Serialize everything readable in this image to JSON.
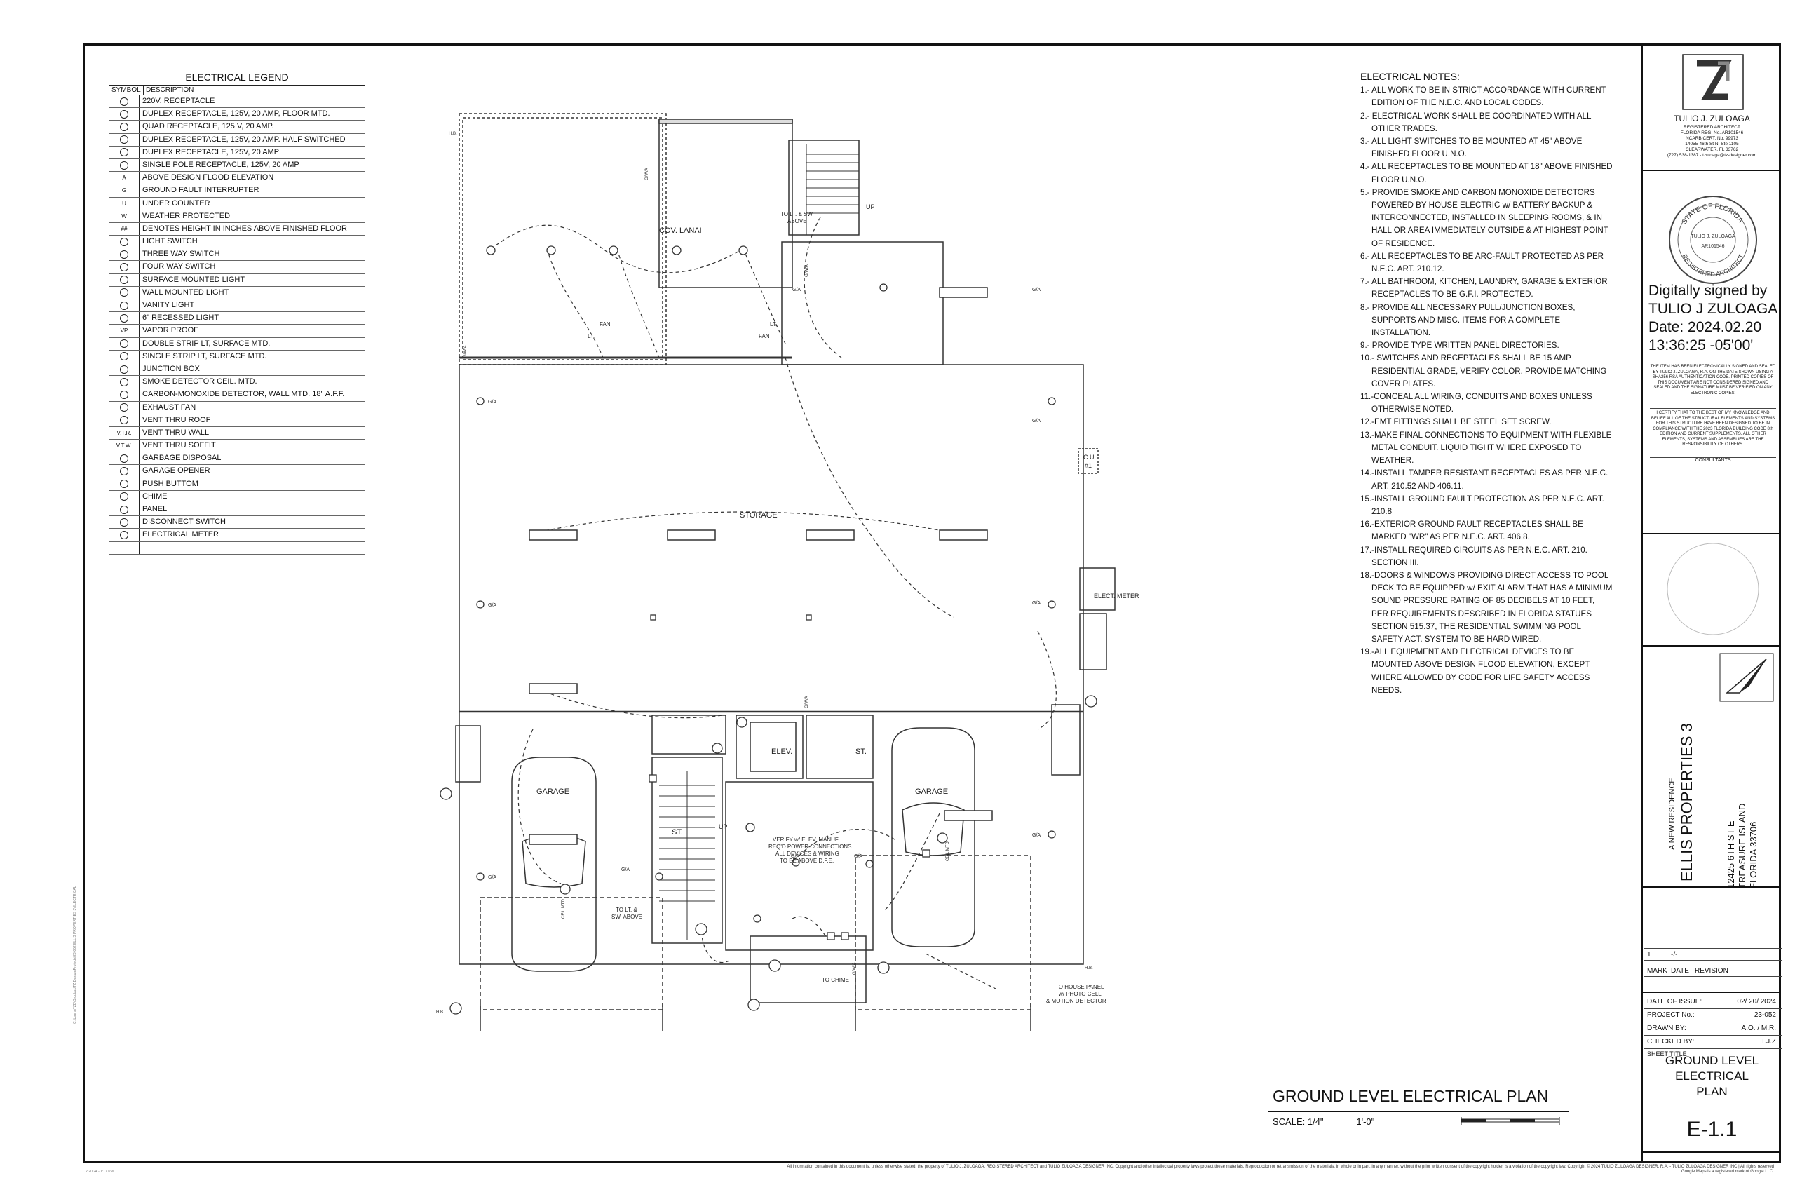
{
  "legend": {
    "title": "ELECTRICAL LEGEND",
    "col_symbol": "SYMBOL",
    "col_description": "DESCRIPTION",
    "rows": [
      {
        "sym": "",
        "desc": "220V. RECEPTACLE"
      },
      {
        "sym": "",
        "desc": "DUPLEX RECEPTACLE, 125V, 20 AMP, FLOOR MTD."
      },
      {
        "sym": "",
        "desc": "QUAD RECEPTACLE, 125 V, 20 AMP."
      },
      {
        "sym": "",
        "desc": "DUPLEX RECEPTACLE, 125V, 20 AMP. HALF SWITCHED"
      },
      {
        "sym": "",
        "desc": "DUPLEX RECEPTACLE, 125V, 20 AMP"
      },
      {
        "sym": "",
        "desc": "SINGLE POLE RECEPTACLE, 125V, 20 AMP"
      },
      {
        "sym": "A",
        "desc": "ABOVE DESIGN FLOOD ELEVATION"
      },
      {
        "sym": "G",
        "desc": "GROUND FAULT INTERRUPTER"
      },
      {
        "sym": "U",
        "desc": "UNDER COUNTER"
      },
      {
        "sym": "W",
        "desc": "WEATHER PROTECTED"
      },
      {
        "sym": "##",
        "desc": "DENOTES HEIGHT IN INCHES ABOVE FINISHED FLOOR"
      },
      {
        "sym": "",
        "desc": "LIGHT SWITCH"
      },
      {
        "sym": "",
        "desc": "THREE WAY SWITCH"
      },
      {
        "sym": "",
        "desc": "FOUR WAY SWITCH"
      },
      {
        "sym": "",
        "desc": "SURFACE MOUNTED LIGHT"
      },
      {
        "sym": "",
        "desc": "WALL MOUNTED LIGHT"
      },
      {
        "sym": "",
        "desc": "VANITY LIGHT"
      },
      {
        "sym": "",
        "desc": "6\" RECESSED LIGHT"
      },
      {
        "sym": "VP",
        "desc": "VAPOR PROOF"
      },
      {
        "sym": "",
        "desc": "DOUBLE STRIP LT, SURFACE MTD."
      },
      {
        "sym": "",
        "desc": "SINGLE STRIP LT, SURFACE MTD."
      },
      {
        "sym": "",
        "desc": "JUNCTION BOX"
      },
      {
        "sym": "",
        "desc": "SMOKE DETECTOR CEIL. MTD."
      },
      {
        "sym": "",
        "desc": "CARBON-MONOXIDE DETECTOR, WALL MTD. 18\" A.F.F."
      },
      {
        "sym": "",
        "desc": "EXHAUST FAN"
      },
      {
        "sym": "",
        "desc": "VENT THRU ROOF"
      },
      {
        "sym": "V.T.R.",
        "desc": "VENT THRU WALL"
      },
      {
        "sym": "V.T.W.",
        "desc": "VENT THRU SOFFIT"
      },
      {
        "sym": "",
        "desc": "GARBAGE DISPOSAL"
      },
      {
        "sym": "",
        "desc": "GARAGE OPENER"
      },
      {
        "sym": "",
        "desc": "PUSH BUTTOM"
      },
      {
        "sym": "",
        "desc": "CHIME"
      },
      {
        "sym": "",
        "desc": "PANEL"
      },
      {
        "sym": "",
        "desc": "DISCONNECT SWITCH"
      },
      {
        "sym": "",
        "desc": "ELECTRICAL METER"
      },
      {
        "sym": "",
        "desc": ""
      }
    ]
  },
  "notes": {
    "title": "ELECTRICAL NOTES:",
    "items": [
      "1.- ALL WORK TO BE IN STRICT ACCORDANCE WITH CURRENT EDITION OF THE N.E.C. AND LOCAL CODES.",
      "2.- ELECTRICAL WORK SHALL BE COORDINATED WITH ALL OTHER TRADES.",
      "3.- ALL LIGHT SWITCHES TO BE MOUNTED AT 45\" ABOVE FINISHED FLOOR U.N.O.",
      "4.- ALL RECEPTACLES TO BE MOUNTED AT 18\" ABOVE FINISHED FLOOR U.N.O.",
      "5.- PROVIDE SMOKE AND CARBON MONOXIDE DETECTORS POWERED BY HOUSE ELECTRIC w/ BATTERY BACKUP & INTERCONNECTED, INSTALLED IN SLEEPING ROOMS, & IN HALL OR AREA IMMEDIATELY OUTSIDE & AT HIGHEST POINT OF RESIDENCE.",
      "6.- ALL RECEPTACLES TO BE ARC-FAULT PROTECTED AS PER N.E.C. ART. 210.12.",
      "7.- ALL BATHROOM, KITCHEN, LAUNDRY, GARAGE & EXTERIOR RECEPTACLES TO BE G.F.I. PROTECTED.",
      "8.- PROVIDE ALL NECESSARY PULL/JUNCTION BOXES, SUPPORTS AND MISC. ITEMS FOR A COMPLETE INSTALLATION.",
      "9.- PROVIDE TYPE WRITTEN PANEL DIRECTORIES.",
      "10.- SWITCHES AND RECEPTACLES SHALL BE 15 AMP RESIDENTIAL GRADE, VERIFY COLOR. PROVIDE MATCHING COVER PLATES.",
      "11.-CONCEAL ALL WIRING, CONDUITS AND BOXES UNLESS OTHERWISE NOTED.",
      "12.-EMT FITTINGS SHALL BE STEEL SET SCREW.",
      "13.-MAKE FINAL CONNECTIONS TO EQUIPMENT WITH FLEXIBLE METAL CONDUIT. LIQUID TIGHT WHERE EXPOSED TO WEATHER.",
      "14.-INSTALL TAMPER RESISTANT RECEPTACLES AS PER N.E.C. ART. 210.52 AND 406.11.",
      "15.-INSTALL GROUND FAULT PROTECTION AS PER N.E.C. ART. 210.8",
      "16.-EXTERIOR GROUND FAULT RECEPTACLES SHALL BE MARKED \"WR\" AS PER N.E.C. ART. 406.8.",
      "17.-INSTALL REQUIRED CIRCUITS AS PER N.E.C. ART. 210. SECTION III.",
      "18.-DOORS & WINDOWS PROVIDING DIRECT ACCESS TO POOL DECK TO BE EQUIPPED w/ EXIT ALARM THAT HAS A MINIMUM SOUND PRESSURE RATING OF 85 DECIBELS AT 10 FEET, PER REQUIREMENTS DESCRIBED IN FLORIDA STATUES SECTION 515.37, THE RESIDENTIAL SWIMMING POOL SAFETY ACT. SYSTEM TO BE HARD WIRED.",
      "19.-ALL EQUIPMENT AND ELECTRICAL DEVICES TO BE MOUNTED ABOVE DESIGN FLOOD ELEVATION, EXCEPT WHERE ALLOWED BY CODE FOR LIFE SAFETY ACCESS NEEDS."
    ]
  },
  "plan": {
    "cov_lanai": "COV. LANAI",
    "storage": "STORAGE",
    "garage_left": "GARAGE",
    "garage_right": "GARAGE",
    "elev": "ELEV.",
    "st1": "ST.",
    "st2": "ST.",
    "up1": "UP",
    "up2": "UP",
    "cu": "C.U.",
    "cu_num": "#1",
    "elect_meter": "ELECT. METER",
    "to_lt_sw_above_1": "TO LT. & SW.",
    "above_1": "ABOVE",
    "to_lt_sw_above_2": "TO LT. &",
    "above_2": "SW. ABOVE",
    "to_chime": "TO CHIME",
    "house_panel_1": "TO HOUSE PANEL",
    "house_panel_2": "w/ PHOTO CELL",
    "house_panel_3": "& MOTION DETECTOR",
    "verify_1": "VERIFY w/ ELEV. MANUF.",
    "verify_2": "REQ'D POWER CONNECTIONS.",
    "verify_3": "ALL DEVICES & WIRING",
    "verify_4": "TO BE ABOVE D.F.E.",
    "fan": "FAN",
    "lt": "LT.",
    "ga": "G/A",
    "gwa": "G/W/A",
    "hb": "H.B.",
    "ceil_mtd": "CEIL MTD"
  },
  "plan_title": "GROUND LEVEL ELECTRICAL PLAN",
  "scale_label": "SCALE: 1/4\"",
  "scale_eq": "=",
  "scale_val": "1'-0\"",
  "titleblock": {
    "architect_name": "TULIO J. ZULOAGA",
    "architect_lines": [
      "REGISTERED ARCHITECT",
      "FLORIDA REG. No. AR101546",
      "NCARB CERT. No. 99973",
      "14055-46th St N. Ste 1105",
      "CLEARWATER, FL 33762",
      "(727) 538-1387 - tzuloaga@tz-designer.com"
    ],
    "seal_top": "STATE OF FLORIDA",
    "seal_name": "TULIO J. ZULOAGA",
    "seal_num": "AR101546",
    "seal_bottom": "REGISTERED ARCHITECT",
    "sign_line1": "Digitally signed by",
    "sign_line2": "TULIO J ZULOAGA",
    "sign_line3": "Date: 2024.02.20",
    "sign_line4": "13:36:25 -05'00'",
    "signed_note": "THE ITEM HAS BEEN ELECTRONICALLY SIGNED AND SEALED BY TULIO J. ZULOAGA, R.A. ON THE DATE SHOWN USING A SHA256 RSA AUTHENTICATION CODE. PRINTED COPIES OF THIS DOCUMENT ARE NOT CONSIDERED SIGNED AND SEALED AND THE SIGNATURE MUST BE VERIFIED ON ANY ELECTRONIC COPIES.",
    "certify_note": "I CERTIFY THAT TO THE BEST OF MY KNOWLEDGE AND BELIEF ALL OF THE STRUCTURAL ELEMENTS AND SYSTEMS FOR THIS STRUCTURE HAVE BEEN DESIGNED TO BE IN COMPLIANCE WITH THE 2023 FLORIDA BUILDING CODE 8th EDITION AND CURRENT SUPPLEMENTS. ALL OTHER ELEMENTS, SYSTEMS AND ASSEMBLIES ARE THE RESPONSIBILITY OF OTHERS.",
    "consultants": "CONSULTANTS",
    "project_type": "A NEW RESIDENCE",
    "project_name": "ELLIS PROPERTIES 3",
    "address1": "12425 6TH ST E",
    "address2": "TREASURE ISLAND",
    "address3": "FLORIDA 33706",
    "rev_mark_sym": "1",
    "rev_mark_val": "-/-",
    "rev_head_mark": "MARK",
    "rev_head_date": "DATE",
    "rev_head_rev": "REVISION",
    "date_issue_k": "DATE OF ISSUE:",
    "date_issue_v": "02/ 20/ 2024",
    "project_no_k": "PROJECT No.:",
    "project_no_v": "23-052",
    "drawn_k": "DRAWN BY:",
    "drawn_v": "A.O. / M.R.",
    "checked_k": "CHECKED BY:",
    "checked_v": "T.J.Z",
    "sheet_title_k": "SHEET TITLE",
    "sheet_title_1": "GROUND LEVEL",
    "sheet_title_2": "ELECTRICAL",
    "sheet_title_3": "PLAN",
    "sheet_number": "E-1.1"
  },
  "footer_text": "All information contained in this document is, unless otherwise stated, the property of TULIO J. ZULOAGA, REGISTERED ARCHITECT and TULIO ZULOAGA DESIGNER INC. Copyright and other intellectual property laws protect these materials. Reproduction or retransmission of the materials, in whole or in part, in any manner, without the prior written consent of the copyright holder, is a violation of the copyright law. Copyright © 2024 TULIO ZULOAGA DESIGNER, R.A. - TULIO ZULOAGA DESIGNER INC | All rights reserved",
  "footer_text2": "Google Maps is a registered mark of Google LLC.",
  "side_note": "C:\\Users\\TZD\\Dropbox\\TZ Design\\Projects\\23-052 ELLIS PROPERTIES 3\\ELECTRICAL",
  "side_date": "2/20/24 - 1:17 PM"
}
